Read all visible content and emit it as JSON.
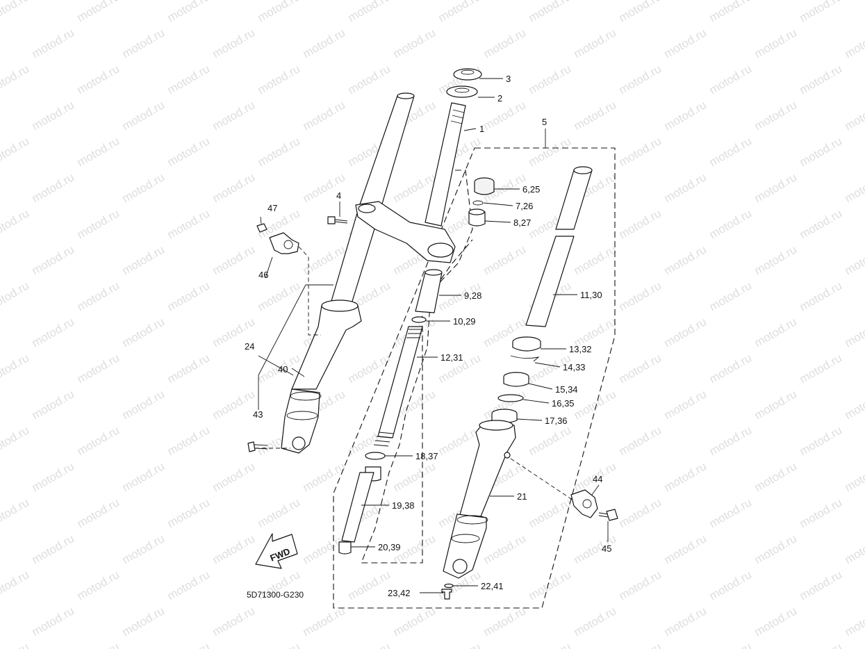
{
  "watermark": "motod.ru",
  "drawing_code": "5D71300-G230",
  "direction_label": "FWD",
  "callouts": {
    "c1": "1",
    "c2": "2",
    "c3": "3",
    "c4": "4",
    "c5": "5",
    "c6": "6,25",
    "c7": "7,26",
    "c8": "8,27",
    "c9": "9,28",
    "c10": "10,29",
    "c11": "11,30",
    "c12": "12,31",
    "c13": "13,32",
    "c14": "14,33",
    "c15": "15,34",
    "c16": "16,35",
    "c17": "17,36",
    "c18": "18,37",
    "c19": "19,38",
    "c20": "20,39",
    "c21": "21",
    "c22": "22,41",
    "c23": "23,42",
    "c24": "24",
    "c40": "40",
    "c43": "43",
    "c44": "44",
    "c45": "45",
    "c46": "46",
    "c47": "47"
  }
}
